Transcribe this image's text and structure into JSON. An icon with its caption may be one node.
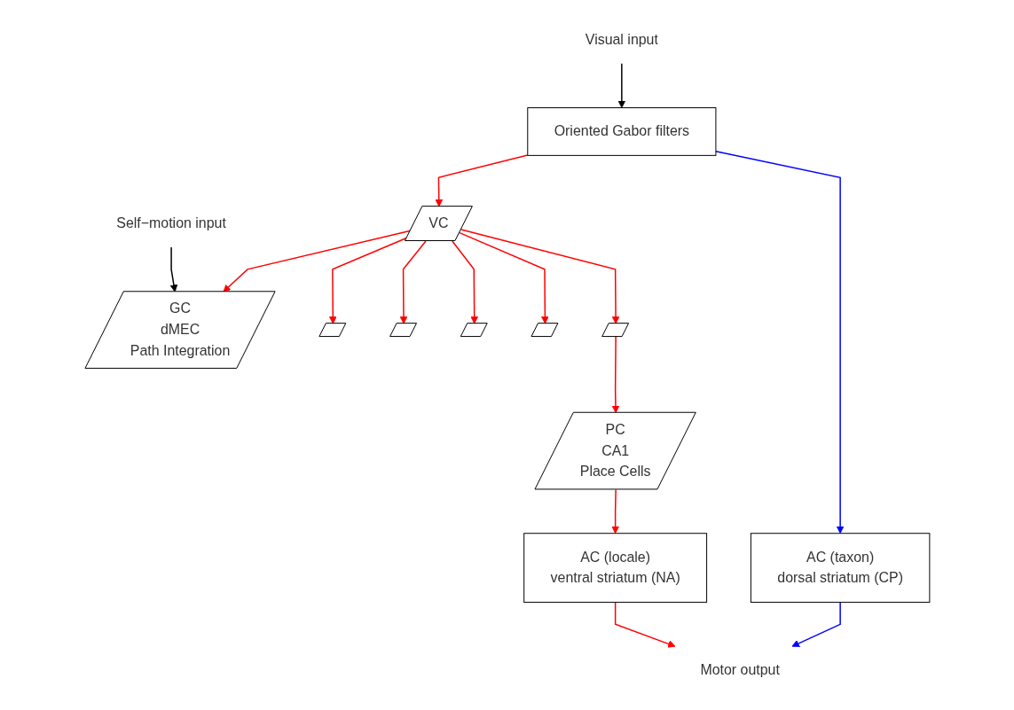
{
  "diagram": {
    "nodes": [
      {
        "text": [
          "Visual input"
        ]
      },
      {
        "text": [
          "Self−motion input"
        ]
      },
      {
        "text": [
          "Oriented Gabor filters"
        ]
      },
      {
        "text": [
          "VC"
        ]
      },
      {
        "text": [
          "GC",
          "dMEC",
          "Path Integration"
        ]
      },
      {
        "text": [],
        "shape": "parallelogram"
      },
      {
        "text": [],
        "shape": "parallelogram"
      },
      {
        "text": [],
        "shape": "parallelogram"
      },
      {
        "text": [],
        "shape": "parallelogram"
      },
      {
        "text": [],
        "shape": "parallelogram"
      },
      {
        "text": [
          "PC",
          "CA1",
          "Place Cells"
        ]
      },
      {
        "text": [
          "AC (taxon)",
          "dorsal striatum (CP)"
        ]
      },
      {
        "text": [
          "AC (locale)",
          "ventral striatum (NA)"
        ]
      },
      {
        "text": [
          "Motor output"
        ]
      }
    ],
    "edges": [
      {
        "from": 0,
        "to": 2,
        "arrow": "to",
        "color": "#000000"
      },
      {
        "from": 1,
        "to": 4,
        "arrow": "to",
        "color": "#000000"
      },
      {
        "from": 2,
        "to": 3,
        "arrow": "to"
      },
      {
        "from": 3,
        "to": 4,
        "arrow": "to"
      },
      {
        "from": 3,
        "to": 5,
        "arrow": "to"
      },
      {
        "from": 3,
        "to": 6,
        "arrow": "to"
      },
      {
        "from": 3,
        "to": 7,
        "arrow": "to"
      },
      {
        "from": 3,
        "to": 8,
        "arrow": "to"
      },
      {
        "from": 3,
        "to": 9,
        "arrow": "to"
      },
      {
        "from": 9,
        "to": 10,
        "arrow": "to"
      },
      {
        "from": 10,
        "to": 12,
        "arrow": "to"
      },
      {
        "from": 2,
        "to": 11,
        "arrow": "to",
        "color": "#0000ff"
      },
      {
        "from": 11,
        "to": 13,
        "arrow": "to",
        "color": "#0000ff"
      },
      {
        "from": 12,
        "to": 13,
        "arrow": "to"
      }
    ]
  }
}
